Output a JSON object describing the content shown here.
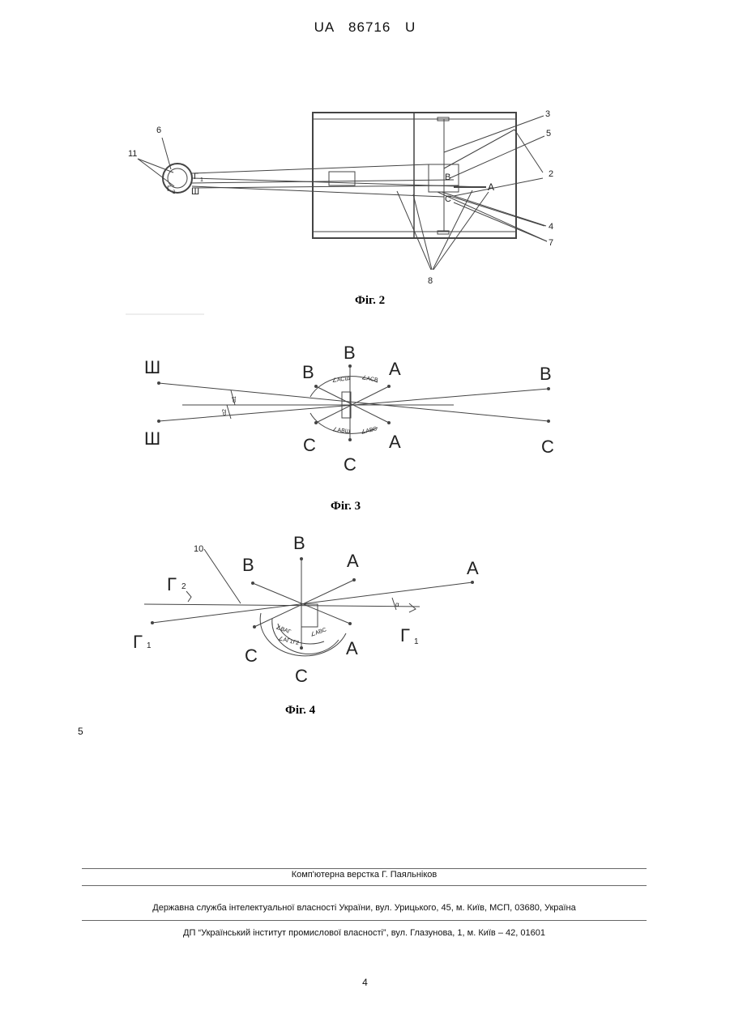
{
  "header": {
    "text": "UA   86716   U"
  },
  "fig2": {
    "caption": "Фіг. 2",
    "labels": {
      "n3": "3",
      "n5": "5",
      "n2": "2",
      "n4": "4",
      "n7": "7",
      "n8": "8",
      "n6": "6",
      "n11": "11",
      "g1": "Г",
      "g1sub": "1",
      "sh": "Ш",
      "g2": "Г",
      "g2sub": "2",
      "B": "В",
      "C": "С",
      "A": "А"
    }
  },
  "fig3": {
    "caption": "Фіг. 3",
    "labels": {
      "sh_top": "Ш",
      "sh_bot": "Ш",
      "v_top": "В",
      "v_left": "В",
      "a_right": "А",
      "v_far": "В",
      "c_left": "С",
      "c_bot": "С",
      "a_low": "А",
      "c_far": "С",
      "ang1": "∠АСШ",
      "ang2": "∠АСВ",
      "ang3": "∠АВШ",
      "ang4": "∠АВС",
      "a1": "α1",
      "a2": "α2"
    }
  },
  "fig4": {
    "caption": "Фіг. 4",
    "labels": {
      "n10": "10",
      "v_top": "В",
      "v_left": "В",
      "a_mid": "А",
      "a_far": "А",
      "g2": "Г",
      "g2sub": "2",
      "g1": "Г",
      "g1sub": "1",
      "g1r": "Г",
      "g1rsub": "1",
      "c_left": "С",
      "c_bot": "С",
      "a_low": "А",
      "ang1": "∠ВАГ",
      "ang2": "∠АГ1Г2",
      "ang3": "∠АВС",
      "alpha": "α"
    }
  },
  "margin_number": "5",
  "footer": {
    "line1": "Комп'ютерна верстка Г. Паяльніков",
    "line2": "Державна служба інтелектуальної власності України, вул. Урицького, 45, м. Київ, МСП, 03680, Україна",
    "line3": "ДП “Український інститут промислової власності”, вул. Глазунова, 1, м. Київ – 42, 01601"
  },
  "page_number": "4"
}
